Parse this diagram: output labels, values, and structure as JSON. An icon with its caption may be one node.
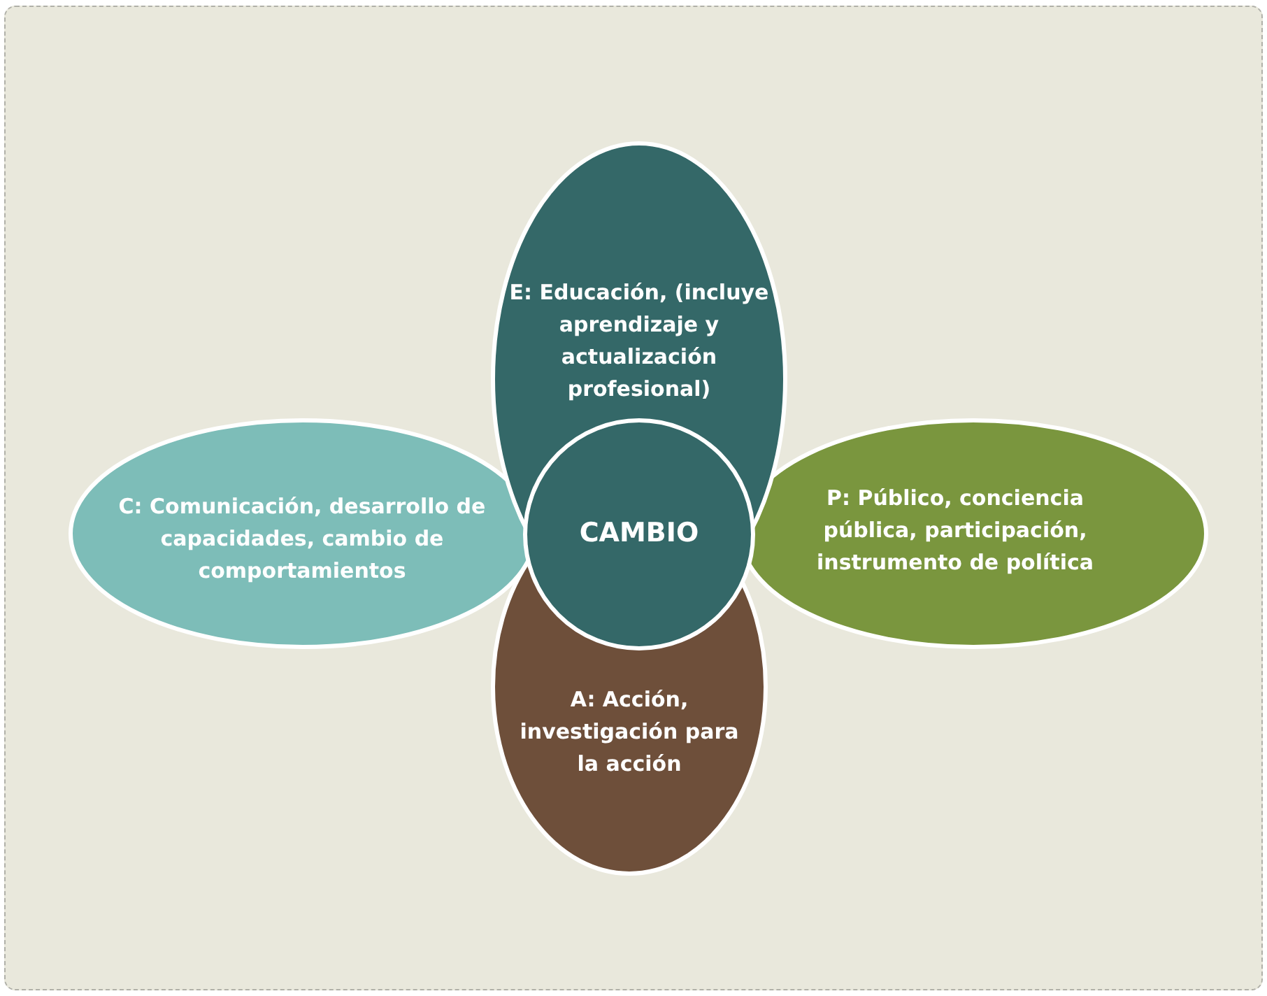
{
  "diagram": {
    "nodes": [
      {
        "text": [
          "E: Educación, (incluye aprendizaje y actualización profesional)"
        ]
      },
      {
        "text": [
          "C: Comunicación, desarrollo de capacidades, cambio de comportamientos"
        ]
      },
      {
        "text": [
          "CAMBIO"
        ]
      },
      {
        "text": [
          "P: Público, conciencia pública, participación, instrumento de política"
        ]
      },
      {
        "text": [
          "A: Acción, investigación para la acción"
        ]
      }
    ]
  }
}
